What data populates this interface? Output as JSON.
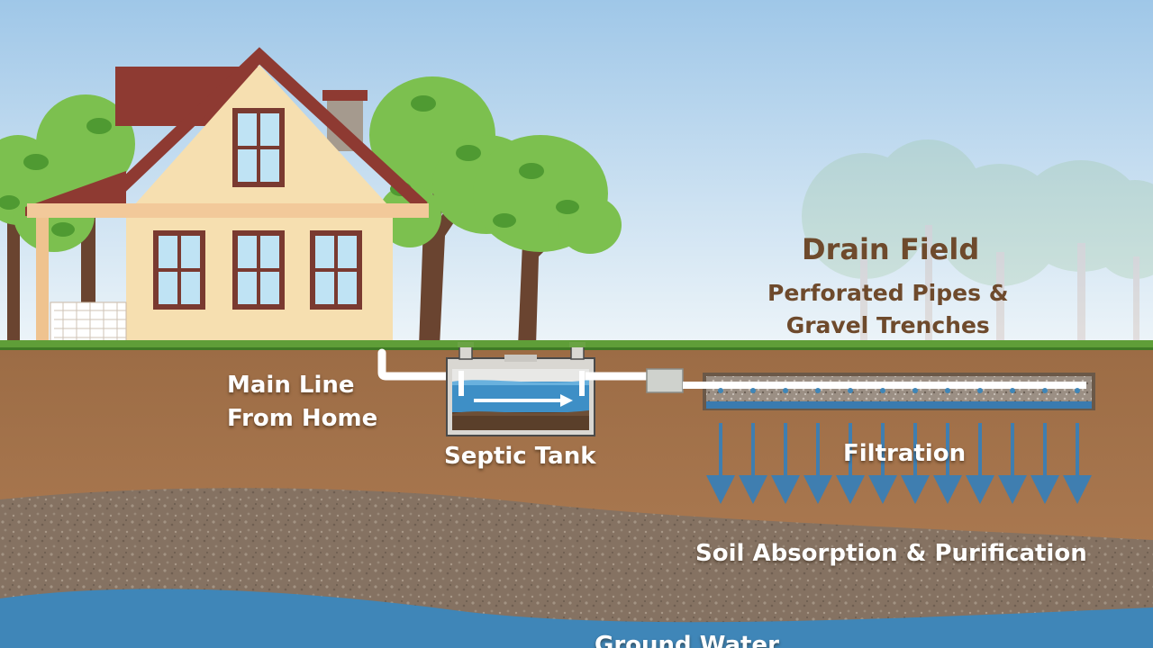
{
  "labels": {
    "drain_field_title": "Drain Field",
    "drain_field_subtitle_line1": "Perforated Pipes &",
    "drain_field_subtitle_line2": "Gravel Trenches",
    "main_line_line1": "Main Line",
    "main_line_line2": "From Home",
    "septic_tank": "Septic Tank",
    "filtration": "Filtration",
    "soil_absorption": "Soil Absorption & Purification",
    "ground_water": "Ground Water"
  },
  "colors": {
    "sky_top": "#a9cce9",
    "sky_bottom": "#e8f2f8",
    "grass": "#5f9e38",
    "topsoil": "#a5754e",
    "gravel_layer": "#8a7869",
    "ground_water": "#3f86b8",
    "house_wall": "#f6dfb0",
    "roof": "#8e3a32",
    "tank_water": "#3e8fc6",
    "sludge": "#5a3f2a",
    "pipe": "#ffffff",
    "filtration_arrow": "#3f7eb0",
    "label_light": "#ffffff",
    "label_dark": "#6e4a2c"
  }
}
